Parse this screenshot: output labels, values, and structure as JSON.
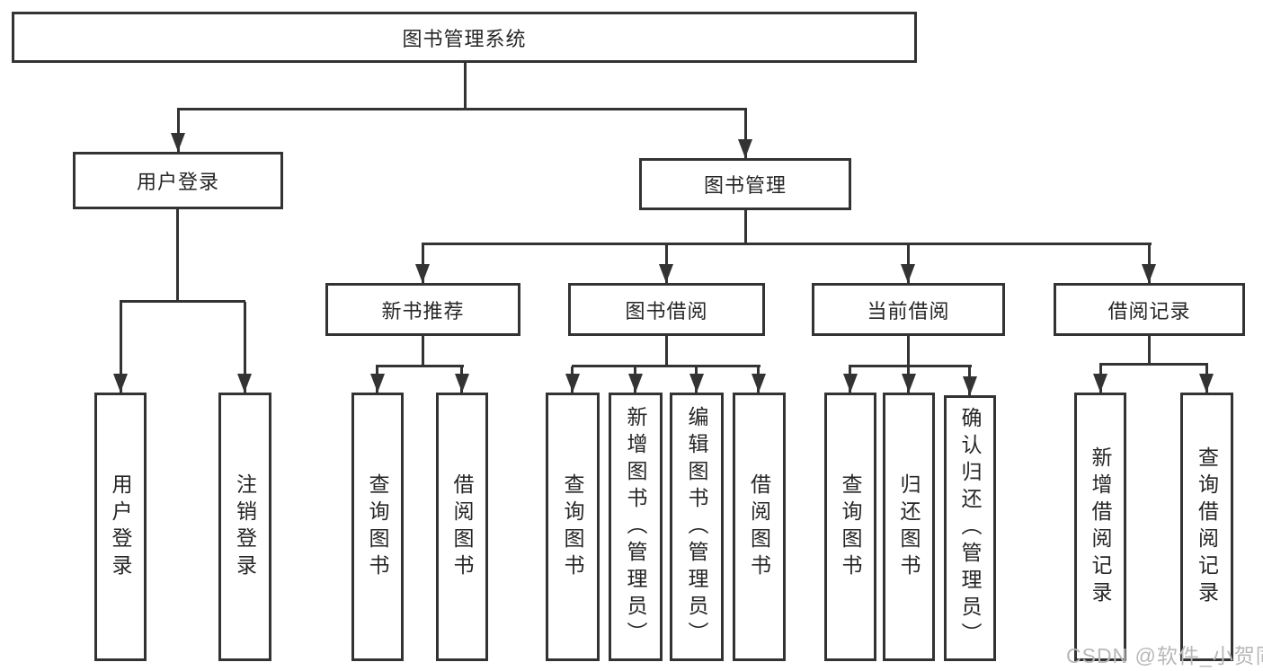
{
  "diagram": {
    "root": {
      "label": "图书管理系统"
    },
    "level2": [
      {
        "label": "用户登录"
      },
      {
        "label": "图书管理"
      }
    ],
    "level3": [
      {
        "label": "新书推荐"
      },
      {
        "label": "图书借阅"
      },
      {
        "label": "当前借阅"
      },
      {
        "label": "借阅记录"
      }
    ],
    "leaves": {
      "user_login": [
        {
          "label": "用户登录"
        },
        {
          "label": "注销登录"
        }
      ],
      "new_book_recommend": [
        {
          "label": "查询图书"
        },
        {
          "label": "借阅图书"
        }
      ],
      "book_borrowing": [
        {
          "label": "查询图书"
        },
        {
          "label": "新增图书（管理员）"
        },
        {
          "label": "编辑图书（管理员）"
        },
        {
          "label": "借阅图书"
        }
      ],
      "current_borrowing": [
        {
          "label": "查询图书"
        },
        {
          "label": "归还图书"
        },
        {
          "label": "确认归还（管理员）"
        }
      ],
      "borrowing_records": [
        {
          "label": "新增借阅记录"
        },
        {
          "label": "查询借阅记录"
        }
      ]
    },
    "watermark": "CSDN @软件_小贺同学",
    "colors": {
      "line": "#333333",
      "text": "#262626",
      "background": "#ffffff",
      "watermark": "#b8b8b8"
    }
  }
}
